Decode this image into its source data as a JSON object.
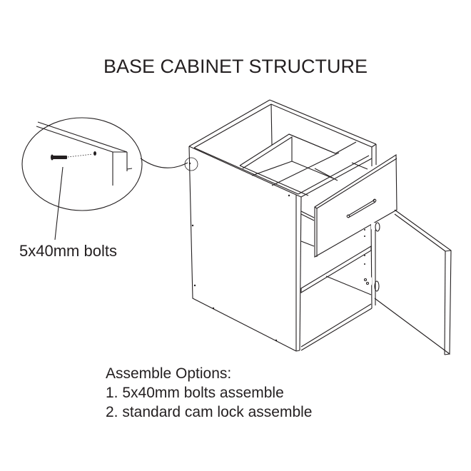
{
  "title": "BASE CABINET STRUCTURE",
  "callout": {
    "label": "5x40mm bolts",
    "icon": "bolt-icon"
  },
  "assemble_options": {
    "heading": "Assemble Options:",
    "items": [
      "1. 5x40mm bolts assemble",
      "2. standard cam lock assemble"
    ]
  },
  "colors": {
    "line": "#231f20",
    "background": "#ffffff"
  }
}
